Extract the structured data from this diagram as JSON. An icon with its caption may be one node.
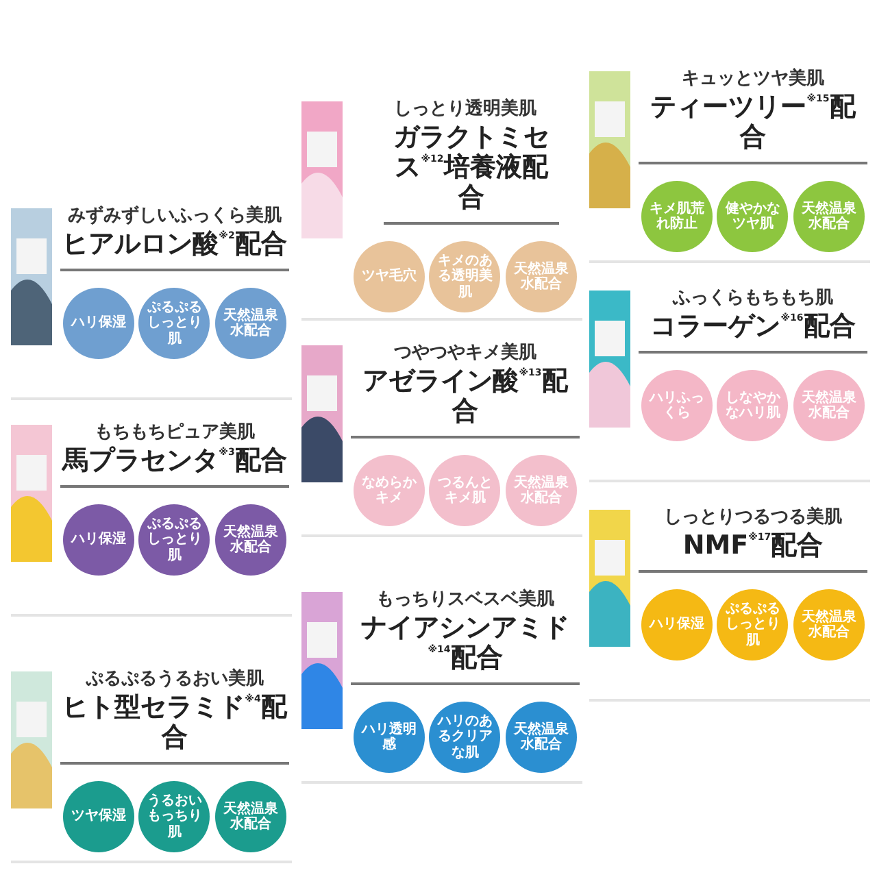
{
  "diagram": {
    "nodes": [
      {
        "text": [
          "みずみずしいふっくら美肌",
          "ヒアルロン酸$^{※2}$配合"
        ]
      },
      {
        "text": [
          "ハリ保湿"
        ],
        "in": 0
      },
      {
        "text": [
          "ぷるぷるしっとり肌"
        ],
        "in": 0
      },
      {
        "text": [
          "天然温泉水配合"
        ],
        "in": 0
      },
      {
        "text": [
          "もちもちピュア美肌",
          "馬プラセンタ$^{※3}$配合"
        ]
      },
      {
        "text": [
          "ハリ保湿"
        ],
        "in": 4
      },
      {
        "text": [
          "ぷるぷるしっとり肌"
        ],
        "in": 4
      },
      {
        "text": [
          "天然温泉水配合"
        ],
        "in": 4
      },
      {
        "text": [
          "ぷるぷるうるおい美肌",
          "ヒト型セラミド$^{※4}$配合"
        ]
      },
      {
        "text": [
          "ツヤ保湿"
        ],
        "in": 8
      },
      {
        "text": [
          "うるおいもっちり肌"
        ],
        "in": 8
      },
      {
        "text": [
          "天然温泉水配合"
        ],
        "in": 8
      },
      {
        "text": [
          "しっとり透明美肌",
          "ガラクトミセス$^{※12}$培養液配合"
        ]
      },
      {
        "text": [
          "ツヤ毛穴"
        ],
        "in": 12
      },
      {
        "text": [
          "キメのある透明美肌"
        ],
        "in": 12
      },
      {
        "text": [
          "天然温泉水配合"
        ],
        "in": 12
      },
      {
        "text": [
          "つやつやキメ美肌",
          "アゼライン酸$^{※13}$配合"
        ]
      },
      {
        "text": [
          "なめらかキメ"
        ],
        "in": 16
      },
      {
        "text": [
          "つるんとキメ肌"
        ],
        "in": 16
      },
      {
        "text": [
          "天然温泉水配合"
        ],
        "in": 16
      },
      {
        "text": [
          "もっちりスベスベ美肌",
          "ナイアシンアミド$^{※14}$配合"
        ]
      },
      {
        "text": [
          "ハリ透明感"
        ],
        "in": 20
      },
      {
        "text": [
          "ハリのあるクリアな肌"
        ],
        "in": 20
      },
      {
        "text": [
          "天然温泉水配合"
        ],
        "in": 20
      },
      {
        "text": [
          "キュッとツヤ美肌",
          "ティーツリー$^{※15}$配合"
        ]
      },
      {
        "text": [
          "キメ肌荒れ防止"
        ],
        "in": 24
      },
      {
        "text": [
          "健やかなツヤ肌"
        ],
        "in": 24
      },
      {
        "text": [
          "天然温泉水配合"
        ],
        "in": 24
      },
      {
        "text": [
          "ふっくらもちもち肌",
          "コラーゲン$^{※16}$配合"
        ]
      },
      {
        "text": [
          "ハリふっくら"
        ],
        "in": 28
      },
      {
        "text": [
          "しなやかなハリ肌"
        ],
        "in": 28
      },
      {
        "text": [
          "天然温泉水配合"
        ],
        "in": 28
      },
      {
        "text": [
          "しっとりつるつる美肌",
          "NMF$^{※17}$配合"
        ]
      },
      {
        "text": [
          "ハリ保湿"
        ],
        "in": 32
      },
      {
        "text": [
          "ぷるぷるしっとり肌"
        ],
        "in": 32
      },
      {
        "text": [
          "天然温泉水配合"
        ],
        "in": 32
      }
    ]
  }
}
